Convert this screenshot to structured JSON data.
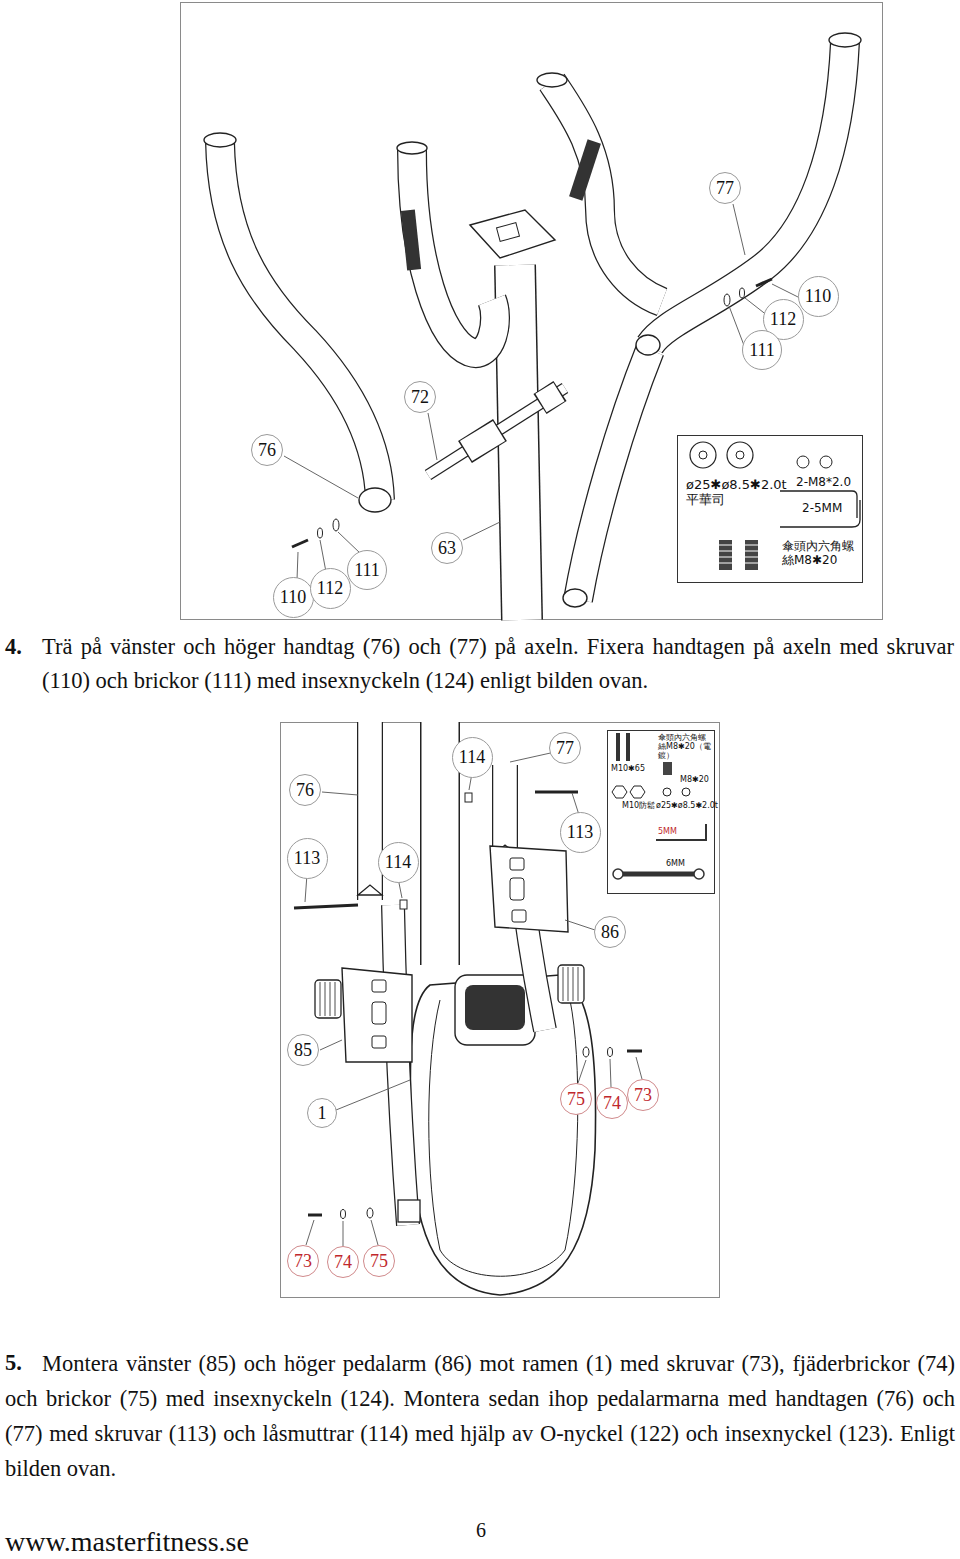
{
  "diagram": {
    "nodes": [
      {
        "text": [
          "ø25✱ø8.5✱2.0t平華司",
          "2-M8*2.0",
          "2-5MM",
          "傘頭內六角螺絲M8✱20"
        ]
      },
      {
        "text": [
          "M10✱65",
          "傘頭內六角螺絲M8✱20（電鍍）",
          "M8✱20",
          "M10防鬆",
          "ø25✱ø8.5✱2.0t",
          "5MM",
          "6MM"
        ]
      }
    ],
    "labels": [
      "77",
      "110",
      "112",
      "111",
      "72",
      "76",
      "63",
      "110",
      "112",
      "111",
      "4.",
      "Trä på vänster och höger handtag (76) och (77) på axeln. Fixera handtagen på axeln med skruvar (110) och brickor (111) med insexnyckeln (124) enligt bilden ovan.",
      "114",
      "77",
      "76",
      "113",
      "113",
      "114",
      "86",
      "85",
      "1",
      "75",
      "74",
      "73",
      "73",
      "74",
      "75",
      "5.",
      "Montera vänster (85) och höger pedalarm (86) mot ramen (1) med skruvar (73), fjäderbrickor (74) och brickor (75) med insexnyckeln (124). Montera sedan ihop pedalarmarna med handtagen (76) och (77) med skruvar (113) och låsmuttrar (114) med hjälp av O-nyckel (122) och insexnyckel (123). Enligt bilden ovan.",
      "www.masterfitness.se",
      "6"
    ]
  }
}
